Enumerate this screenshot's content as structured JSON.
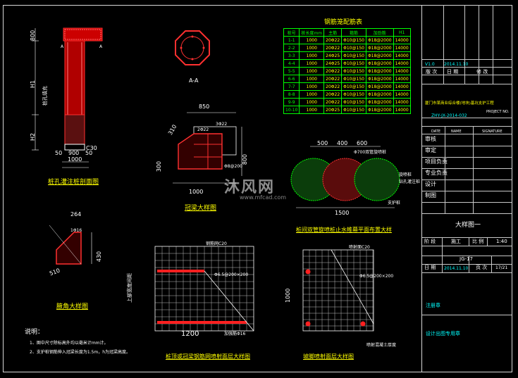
{
  "schedule": {
    "title": "钢筋笼配筋表",
    "headers": [
      "桩号",
      "桩长度mm",
      "主筋",
      "箍筋",
      "加劲筋",
      "H1"
    ],
    "rows": [
      [
        "1-1",
        "1000",
        "20Φ22",
        "Φ10@150",
        "Φ18@2000",
        "14000"
      ],
      [
        "2-2",
        "1000",
        "20Φ22",
        "Φ10@150",
        "Φ18@2000",
        "14000"
      ],
      [
        "3-3",
        "1000",
        "24Φ25",
        "Φ10@150",
        "Φ18@2000",
        "14000"
      ],
      [
        "4-4",
        "1000",
        "24Φ25",
        "Φ10@150",
        "Φ18@2000",
        "14000"
      ],
      [
        "5-5",
        "1000",
        "20Φ22",
        "Φ10@150",
        "Φ18@2000",
        "14000"
      ],
      [
        "6-6",
        "1000",
        "20Φ22",
        "Φ10@150",
        "Φ18@2000",
        "14000"
      ],
      [
        "7-7",
        "1000",
        "20Φ22",
        "Φ10@150",
        "Φ18@2000",
        "14000"
      ],
      [
        "8-8",
        "1000",
        "20Φ22",
        "Φ10@150",
        "Φ18@2000",
        "14000"
      ],
      [
        "9-9",
        "1000",
        "20Φ22",
        "Φ10@150",
        "Φ18@2000",
        "14000"
      ],
      [
        "10-10",
        "1000",
        "20Φ25",
        "Φ10@150",
        "Φ18@2000",
        "14000"
      ]
    ]
  },
  "drawings": {
    "pile_title": "桩孔灌注桩剖面图",
    "pile_dims": {
      "top": "800",
      "h1": "H1",
      "h2": "H2",
      "bottom_a": "50",
      "bottom_b": "900",
      "bottom_c": "50",
      "width": "1000",
      "c30": "C30"
    },
    "pile_side_label": "桩孔填充",
    "section_label": "A-A",
    "section_top_label": "A",
    "corner_title": "冠梁大样图",
    "corner_dims": {
      "w": "850",
      "h1": "300",
      "w2": "1000",
      "side": "800",
      "d1": "310",
      "d2": "2Φ22",
      "d3": "3Φ22",
      "d4": "Φ8@200"
    },
    "haunch_title": "腋角大样图",
    "haunch_dims": {
      "a": "264",
      "b": "1Φ16",
      "c": "430",
      "d": "510"
    },
    "jet_title": "桩间双管旋喷桩止水帷幕平面布置大样",
    "jet_dims": {
      "a": "500",
      "b": "400",
      "c": "600",
      "total": "1500",
      "note": "Φ700双管旋喷桩"
    },
    "jet_labels": [
      "旋喷桩",
      "钻孔灌注桩",
      "支护桩"
    ],
    "mesh1_title": "桩顶或冠梁钢筋网喷射面层大样图",
    "mesh1_dims": {
      "width": "1200",
      "side": "上部宽度间距",
      "note1": "钢筋网C20",
      "note2": "Φ6.5@200×200",
      "note3": "加强筋Φ16"
    },
    "mesh2_title": "坡脚喷射面层大样图",
    "mesh2_dims": {
      "side": "1000",
      "note1": "喷射面C20",
      "note2": "Φ6.5@200×200",
      "note3": "喷射混凝土厚度"
    },
    "notes_title": "说明：",
    "notes": [
      "1、图中尺寸除标高外均以毫米计mm计。",
      "2、支护桩钢筋伸入冠梁长度为1.5m，h为冠梁高度。"
    ]
  },
  "title_block": {
    "version": "V1.0",
    "version_date": "2014.11.10",
    "labels_row": [
      "版 次",
      "日 期",
      "修 改"
    ],
    "project": "厦门市某商业综合楼(地块)基坑支护工程",
    "project_en": "PROJECT NO.",
    "project_no": "ZHY-JX-2014-032",
    "roles": [
      "审核",
      "审定",
      "项目负责",
      "专业负责",
      "设计",
      "制图"
    ],
    "roles_en": [
      "DATE",
      "NAME",
      "SIGNATURE"
    ],
    "drawing_name": "大样图一",
    "stage_label": "阶 段",
    "stage_value": "施工",
    "scale_label": "比 例",
    "scale_value": "1:40",
    "drawing_no": "JG-17",
    "date_label": "日 期",
    "date_value": "2014.11.10",
    "page_label": "页 次",
    "page_value": "17/21",
    "stamp1": "注册章",
    "stamp2": "设计出图专用章"
  },
  "watermark": {
    "text": "沐风网",
    "url": "www.mfcad.com"
  }
}
